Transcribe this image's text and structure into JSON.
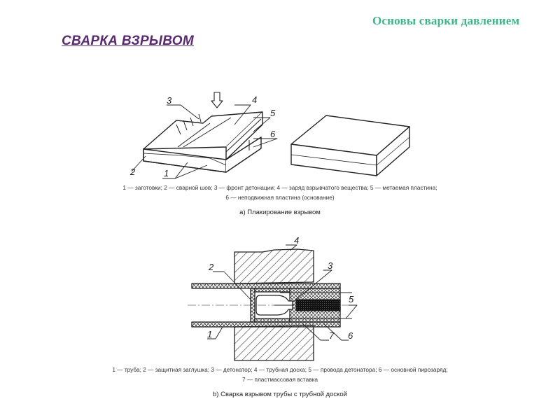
{
  "header": {
    "title": "Основы сварки давлением",
    "accent_color": "#3cb48c"
  },
  "slide": {
    "title": "СВАРКА ВЗРЫВОМ",
    "title_color": "#5a2a6e"
  },
  "figure_a": {
    "labels": [
      "1",
      "2",
      "3",
      "4",
      "5",
      "6"
    ],
    "legend_line1": "1 — заготовки; 2 — сварной шов; 3 — фронт детонации; 4 — заряд взрывчатого вещества; 5 — метаемая пластина;",
    "legend_line2": "6 — неподвижная пластина (основание)",
    "caption": "a)  Плакирование взрывом"
  },
  "figure_b": {
    "labels": [
      "1",
      "2",
      "3",
      "4",
      "5",
      "6",
      "7"
    ],
    "legend_line1": "1 — труба; 2 — защитная заглушка; 3 — детонатор; 4 — трубная доска; 5 — провода детонатора; 6 — основной пирозаряд;",
    "legend_line2": "7 — пластмассовая вставка",
    "caption": "b)  Сварка взрывом трубы с трубной доской"
  }
}
